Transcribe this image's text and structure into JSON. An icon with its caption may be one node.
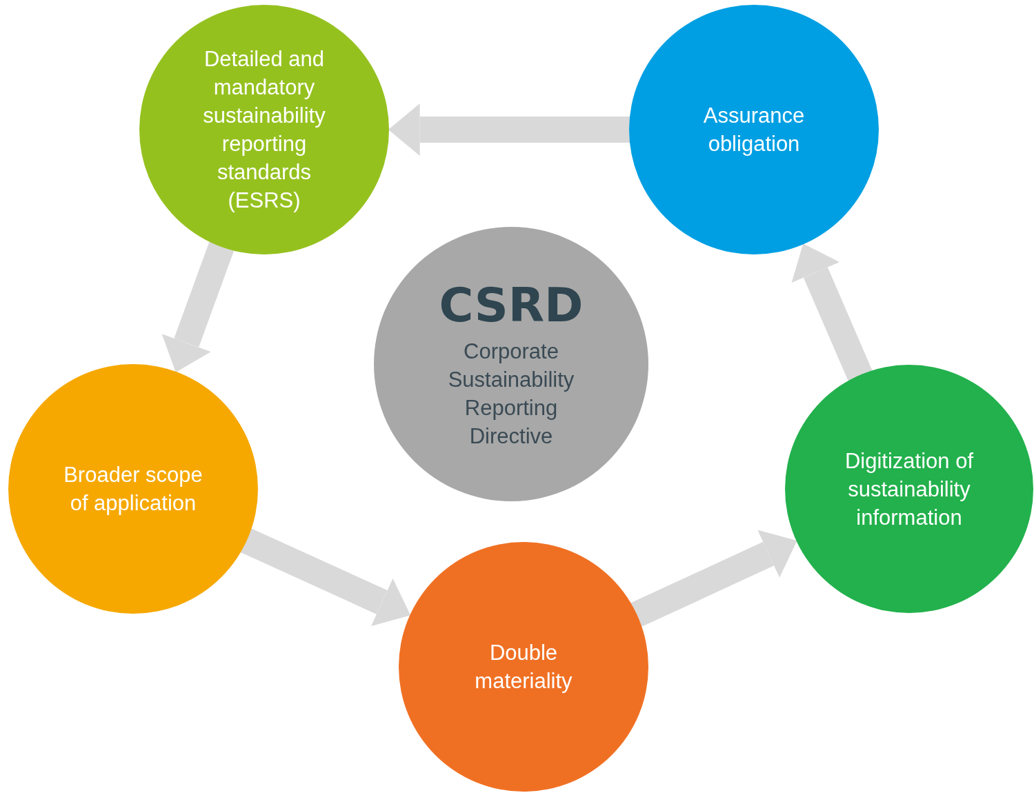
{
  "diagram": {
    "nodes": [
      {
        "text": [
          "Detailed and mandatory sustainability reporting standards (ESRS)"
        ]
      },
      {
        "text": [
          "Assurance obligation"
        ]
      },
      {
        "text": [
          "CSRD",
          "Corporate Sustainability Reporting Directive"
        ]
      },
      {
        "text": [
          "Broader scope of application"
        ]
      },
      {
        "text": [
          "Digitization of sustainability information"
        ]
      },
      {
        "text": [
          "Double materiality"
        ]
      }
    ],
    "edges": [
      {
        "from": 0,
        "to": 3,
        "arrow": "to"
      },
      {
        "from": 3,
        "to": 5,
        "arrow": "to"
      },
      {
        "from": 5,
        "to": 4,
        "arrow": "to"
      },
      {
        "from": 4,
        "to": 1,
        "arrow": "to"
      },
      {
        "from": 1,
        "to": 0,
        "arrow": "to"
      }
    ]
  }
}
